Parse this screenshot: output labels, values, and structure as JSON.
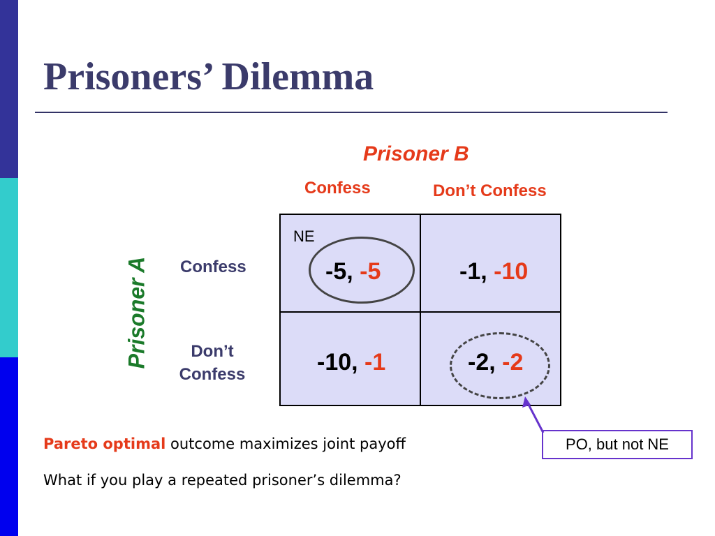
{
  "slide": {
    "title": "Prisoners’ Dilemma",
    "brand_colors": {
      "band_top": "#333399",
      "band_middle": "#33cccc",
      "band_bottom": "#0000ee",
      "highlight": "#e53a1a",
      "player_a": "#1b7a2a",
      "matrix_fill": "#dcdcf8"
    }
  },
  "matrix": {
    "column_player": "Prisoner B",
    "row_player": "Prisoner A",
    "columns": [
      "Confess",
      "Don’t Confess"
    ],
    "rows": [
      "Confess",
      "Don’t Confess"
    ],
    "row2_line1": "Don’t",
    "row2_line2": "Confess",
    "cells": [
      [
        {
          "a": "-5,",
          "b": "-5"
        },
        {
          "a": "-1,",
          "b": "-10"
        }
      ],
      [
        {
          "a": "-10,",
          "b": "-1"
        },
        {
          "a": "-2,",
          "b": "-2"
        }
      ]
    ],
    "ne_label": "NE",
    "po_label": "PO, but not NE"
  },
  "notes": {
    "line1_highlight": "Pareto optimal",
    "line1_rest": " outcome maximizes joint payoff",
    "line2": "What if you play a repeated prisoner’s dilemma?"
  }
}
